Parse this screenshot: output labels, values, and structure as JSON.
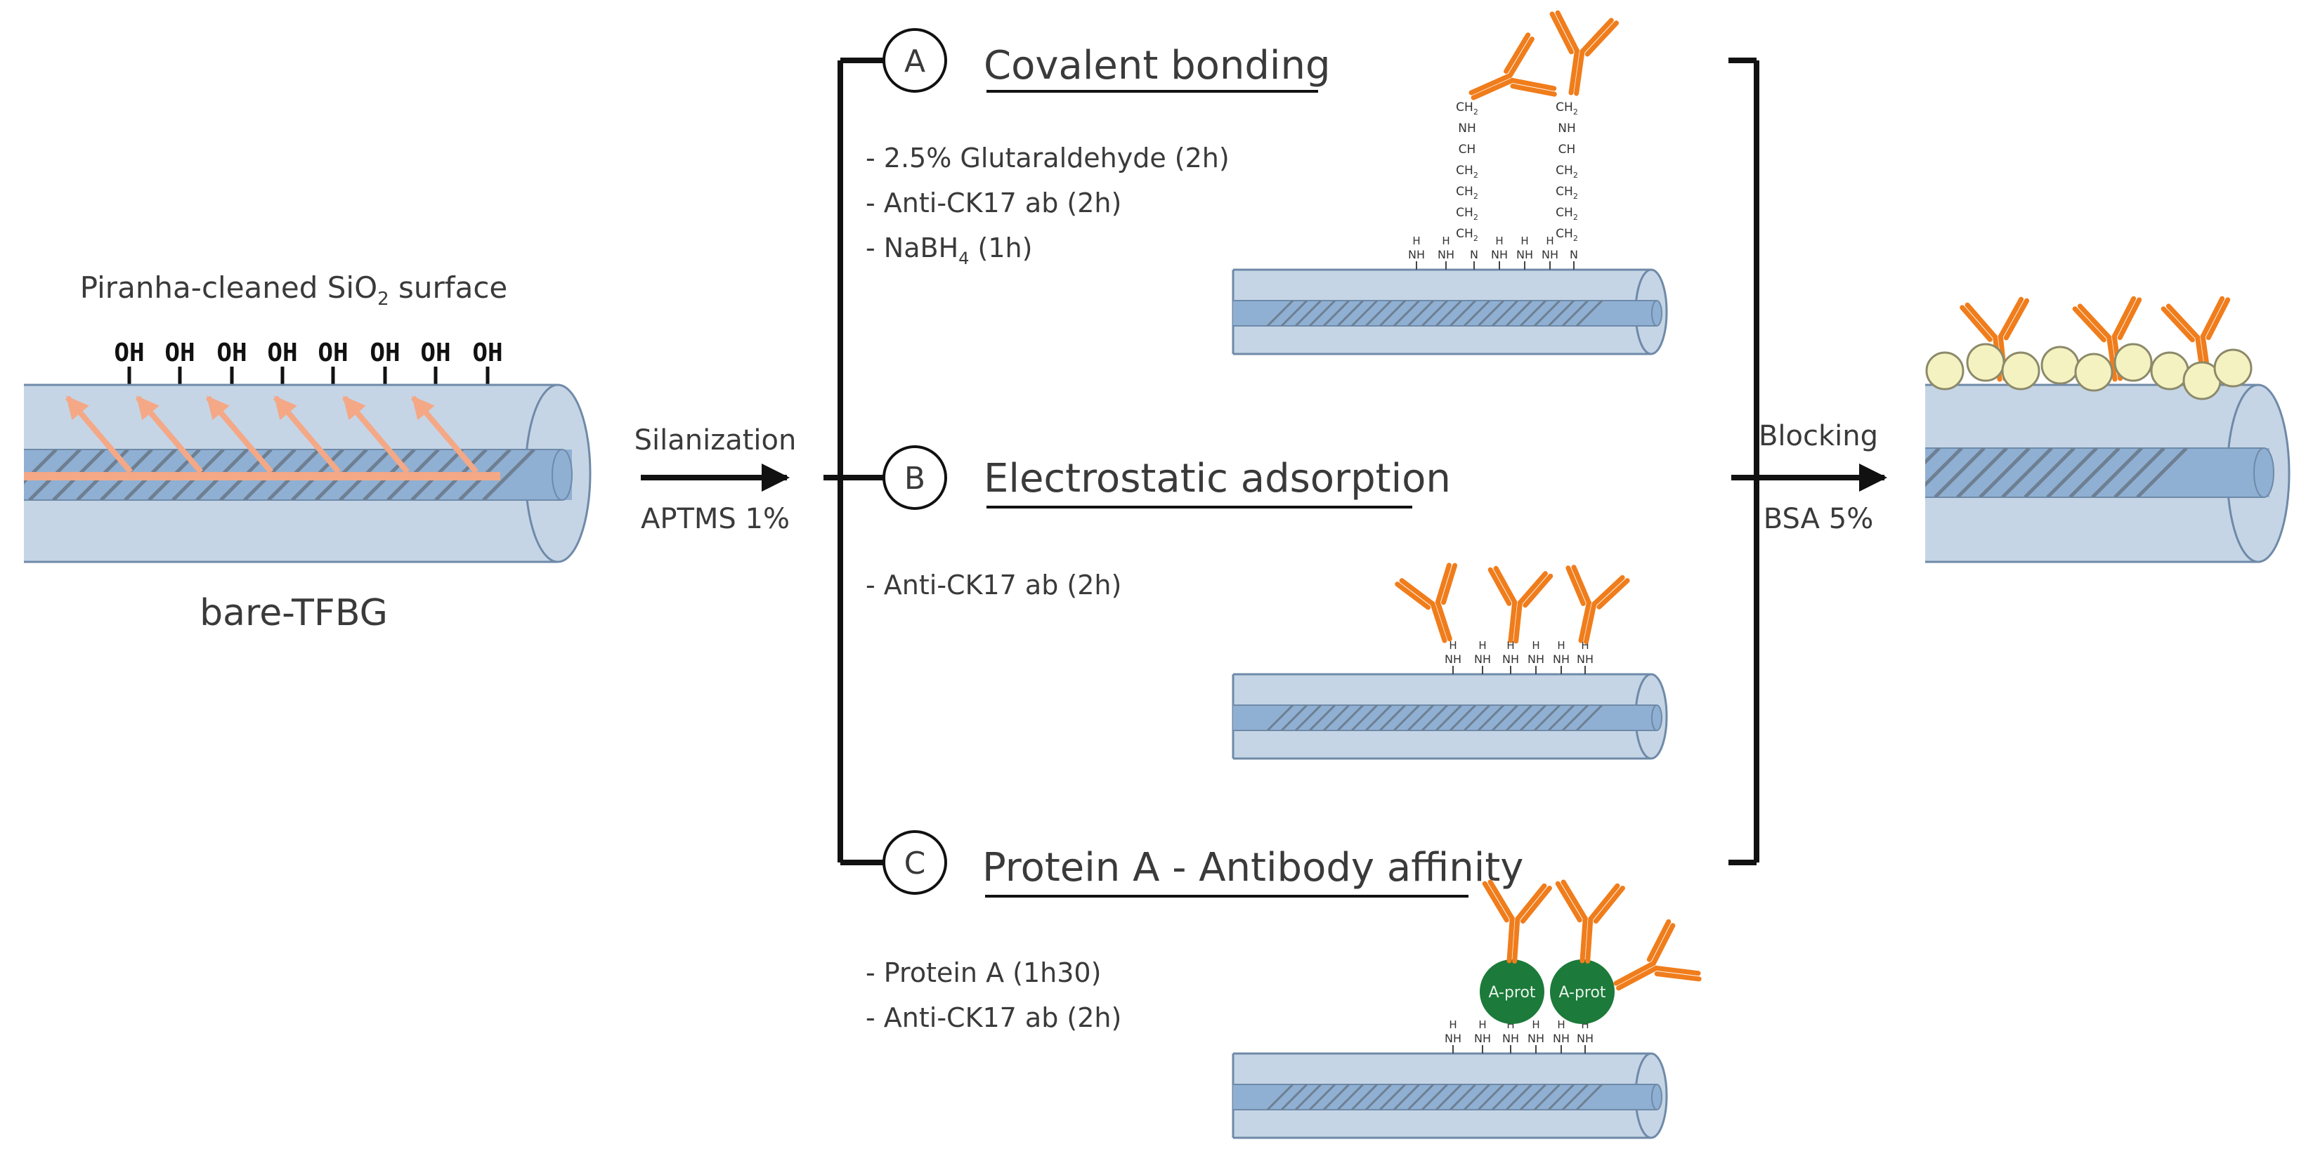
{
  "left": {
    "surface_label": "Piranha-cleaned SiO",
    "surface_sub": "2",
    "surface_label_end": " surface",
    "oh_groups": [
      "OH",
      "OH",
      "OH",
      "OH",
      "OH",
      "OH",
      "OH",
      "OH"
    ],
    "fiber_label": "bare-TFBG"
  },
  "silanization": {
    "top": "Silanization",
    "bottom": "APTMS 1%"
  },
  "methods": [
    {
      "letter": "A",
      "title": "Covalent bonding",
      "steps": [
        {
          "text": "- 2.5% Glutaraldehyde (2h)",
          "sub": ""
        },
        {
          "text": "- Anti-CK17 ab (2h)",
          "sub": ""
        },
        {
          "text": "- NaBH",
          "sub": "4",
          "after": " (1h)"
        }
      ]
    },
    {
      "letter": "B",
      "title": "Electrostatic adsorption",
      "steps": [
        {
          "text": "- Anti-CK17 ab (2h)",
          "sub": ""
        }
      ]
    },
    {
      "letter": "C",
      "title": "Protein A - Antibody affinity",
      "steps": [
        {
          "text": "- Protein A (1h30)",
          "sub": ""
        },
        {
          "text": "- Anti-CK17 ab (2h)",
          "sub": ""
        }
      ]
    }
  ],
  "chain": {
    "ch2": "CH",
    "ch2_sub": "2",
    "nh": "NH",
    "ch": "CH",
    "n": "N",
    "h": "H"
  },
  "protein_label": "A-prot",
  "blocking": {
    "top": "Blocking",
    "bottom": "BSA 5%"
  },
  "colors": {
    "cladding": "#c5d5e6",
    "core": "#8fb0d3",
    "outline": "#6f8aa8",
    "grating": "#6e7f92",
    "light": "#f4a886",
    "antibody": "#f07d1c",
    "protein": "#1c7a3a",
    "bsa": "#f5f2c2",
    "bracket": "#111111"
  }
}
